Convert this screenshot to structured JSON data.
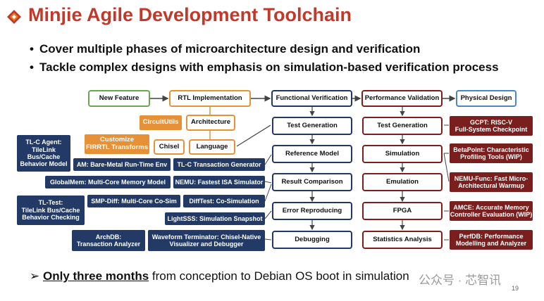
{
  "title": "Minjie Agile Development Toolchain",
  "bullets": [
    "Cover multiple phases of microarchitecture design and verification",
    "Tackle complex designs with emphasis on simulation-based verification process"
  ],
  "phases": {
    "new_feature": "New Feature",
    "rtl": "RTL Implementation",
    "functional": "Functional Verification",
    "performance": "Performance Validation",
    "physical": "Physical Design"
  },
  "rtl": {
    "circuitutils": "CircuitUtils",
    "architecture": "Architecture",
    "customize": "Customize\nFIRRTL Transforms",
    "chisel": "Chisel",
    "language": "Language"
  },
  "functional_steps": [
    "Test Generation",
    "Reference Model",
    "Result Comparison",
    "Error Reproducing",
    "Debugging"
  ],
  "performance_steps": [
    "Test Generation",
    "Simulation",
    "Emulation",
    "FPGA",
    "Statistics Analysis"
  ],
  "tools_left": {
    "tlc_agent": "TL-C Agent:\nTileLink\nBus/Cache\nBehavior Model",
    "am": "AM: Bare-Metal Run-Time Env",
    "tlc_gen": "TL-C Transaction Generator",
    "globalmem": "GlobalMem: Multi-Core Memory Model",
    "nemu": "NEMU: Fastest ISA Simulator",
    "tltest": "TL-Test:\nTileLink Bus/Cache\nBehavior Checking",
    "smpdiff": "SMP-Diff: Multi-Core Co-Sim",
    "difftest": "DiffTest: Co-Simulation",
    "lightsss": "LightSSS: Simulation Snapshot",
    "archdb": "ArchDB:\nTransaction Analyzer",
    "waveform": "Waveform Terminator: Chisel-Native\nVisualizer and Debugger"
  },
  "tools_right": {
    "gcpt": "GCPT: RISC-V\nFull-System Checkpoint",
    "betapoint": "BetaPoint: Characteristic\nProfiling Tools (WIP)",
    "nemufunc": "NEMU-Func: Fast Micro-\nArchitectural Warmup",
    "amce": "AMCE: Accurate Memory\nController Evaluation (WIP)",
    "perfdb": "PerfDB: Performance\nModelling and Analyzer"
  },
  "footer": {
    "arrow": "➢",
    "bold": "Only three months",
    "rest": " from conception to Debian OS boot in simulation"
  },
  "watermark": "公众号 · 芯智讯",
  "page_number": "19"
}
